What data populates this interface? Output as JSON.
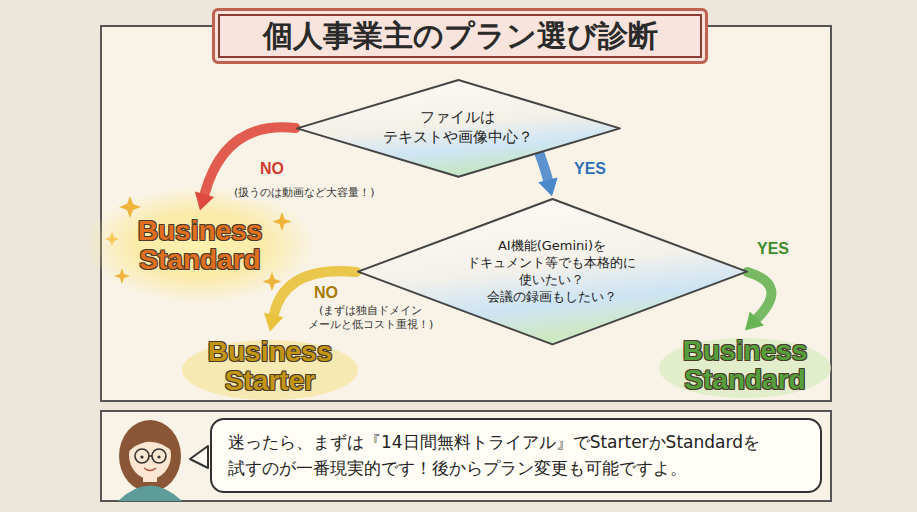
{
  "diagram": {
    "title": "個人事業主のプラン選び診断",
    "nodes": [
      {
        "text": [
          "ファイルは テキストや画像中心？"
        ]
      },
      {
        "text": [
          "Business Standard"
        ]
      },
      {
        "text": [
          "AI機能(Gemini)を ドキュメント等でも本格的に 使いたい？ 会議の録画もしたい？"
        ]
      },
      {
        "text": [
          "Business Starter"
        ]
      },
      {
        "text": [
          "Business Standard"
        ]
      },
      {
        "text": [
          "迷ったら、まずは『14日間無料トライアル』でStarterかStandardを 試すのが一番現実的です！後からプラン変更も可能ですよ。"
        ]
      }
    ],
    "edges": [
      {
        "from": 0,
        "to": 1,
        "arrow": "to",
        "label": "NO"
      },
      {
        "from": 0,
        "to": 2,
        "arrow": "to",
        "label": "YES"
      },
      {
        "from": 2,
        "to": 3,
        "arrow": "to",
        "label": "NO"
      },
      {
        "from": 2,
        "to": 4,
        "arrow": "to",
        "label": "YES"
      }
    ],
    "labels": [
      "(扱うのは動画など大容量！)",
      "(まずは独自ドメイン メールと低コスト重視！)"
    ]
  }
}
